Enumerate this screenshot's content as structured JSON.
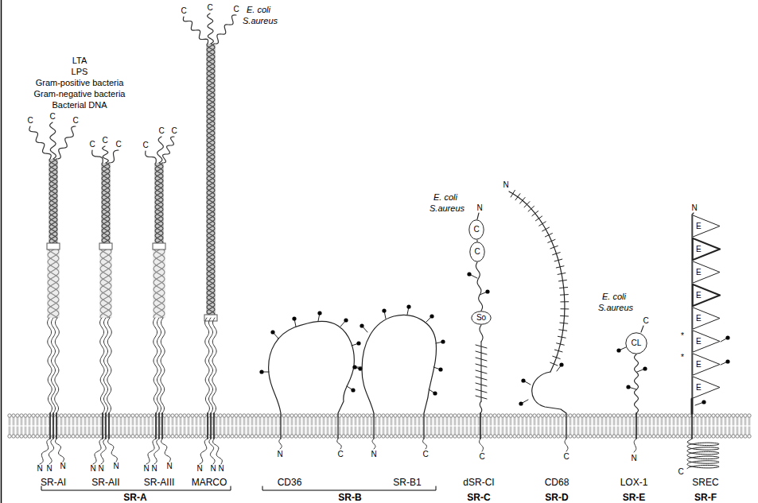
{
  "diagram": {
    "nodes": [
      {
        "text": [
          "C"
        ]
      },
      {
        "text": [
          "C"
        ]
      },
      {
        "text": [
          "So"
        ]
      },
      {
        "text": [
          "CL"
        ]
      },
      {
        "text": [
          "E"
        ]
      },
      {
        "text": [
          "E"
        ]
      },
      {
        "text": [
          "E"
        ]
      },
      {
        "text": [
          "E"
        ]
      },
      {
        "text": [
          "E"
        ]
      },
      {
        "text": [
          "E"
        ]
      },
      {
        "text": [
          "E"
        ]
      },
      {
        "text": [
          "E"
        ]
      }
    ],
    "labels": [
      "LTA",
      "LPS",
      "Gram-positive bacteria",
      "Gram-negative bacteria",
      "Bacterial DNA",
      "E. coli",
      "S.aureus",
      "C",
      "C",
      "C",
      "C",
      "C",
      "C",
      "C",
      "C",
      "C",
      "C",
      "C",
      "C",
      "N",
      "N",
      "N",
      "N",
      "N",
      "N",
      "N",
      "N",
      "N",
      "N",
      "N",
      "N",
      "N",
      "C",
      "N",
      "C",
      "E. coli",
      "S.aureus",
      "N",
      "C",
      "N",
      "C",
      "E. coli",
      "S.aureus",
      "C",
      "N",
      "N",
      "*",
      "*",
      "C",
      "SR-AI",
      "SR-AII",
      "SR-AIII",
      "MARCO",
      "CD36",
      "SR-B1",
      "dSR-CI",
      "CD68",
      "LOX-1",
      "SREC",
      "SR-A",
      "SR-B",
      "SR-C",
      "SR-D",
      "SR-E",
      "SR-F"
    ]
  }
}
